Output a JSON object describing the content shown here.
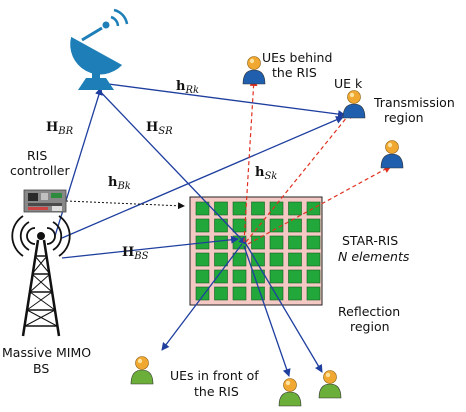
{
  "labels": {
    "ues_behind": [
      "UEs behind",
      "the RIS"
    ],
    "ue_k": "UE k",
    "transmission": [
      "Transmission",
      "region"
    ],
    "ris_controller": [
      "RIS",
      "controller"
    ],
    "star_ris": [
      "STAR-RIS",
      "N elements"
    ],
    "reflection": [
      "Reflection",
      "region"
    ],
    "bs": [
      "Massive MIMO",
      "BS"
    ],
    "ues_front": [
      "UEs in front of",
      "the RIS"
    ]
  },
  "channels": {
    "h_Rk": {
      "sym": "h",
      "sub": "Rk"
    },
    "H_BR": {
      "sym": "H",
      "sub": "BR"
    },
    "H_SR": {
      "sym": "H",
      "sub": "SR"
    },
    "h_Sk": {
      "sym": "h",
      "sub": "Sk"
    },
    "h_Bk": {
      "sym": "h",
      "sub": "Bk"
    },
    "H_BS": {
      "sym": "H",
      "sub": "BS"
    }
  },
  "colors": {
    "link": "#1f3f9f",
    "dashed_red": "#e03020",
    "ris_frame": "#f4c9c4",
    "ris_cell": "#22a83a",
    "satellite": "#1e7fb8",
    "ue_blue": "#1f5fae",
    "ue_green": "#6cae3a"
  }
}
